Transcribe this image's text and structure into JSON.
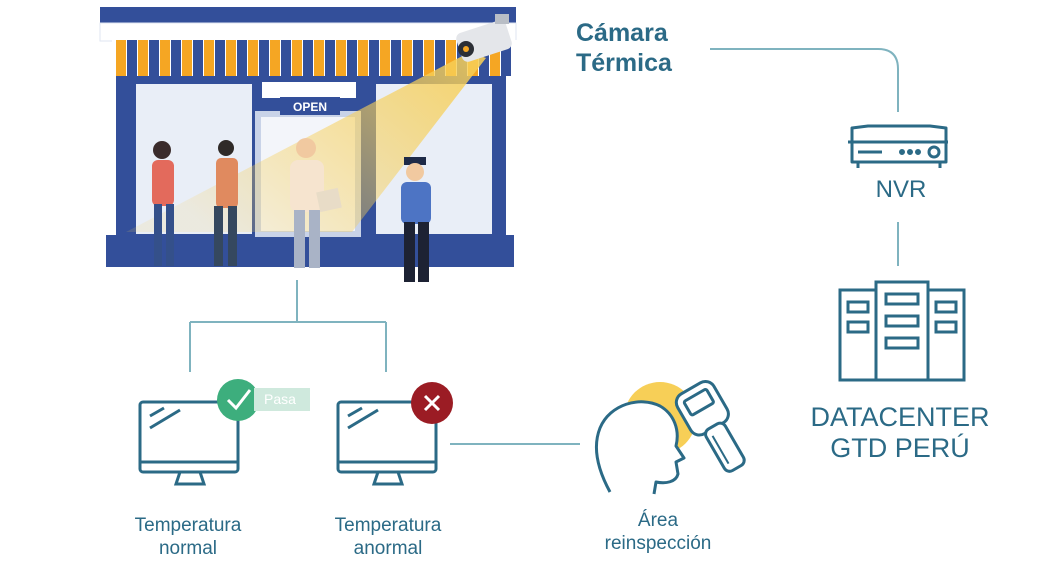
{
  "camera": {
    "title_line1": "Cámara",
    "title_line2": "Térmica"
  },
  "store": {
    "sign": "OPEN"
  },
  "nvr": {
    "label": "NVR"
  },
  "datacenter": {
    "label_line1": "DATACENTER",
    "label_line2": "GTD PERÚ"
  },
  "monitors": {
    "normal": {
      "label_line1": "Temperatura",
      "label_line2": "normal",
      "badge": "Pasa",
      "status": "pass"
    },
    "abnormal": {
      "label_line1": "Temperatura",
      "label_line2": "anormal",
      "status": "fail"
    }
  },
  "reinspection": {
    "label_line1": "Área",
    "label_line2": "reinspección"
  },
  "colors": {
    "primary": "#2b6a86",
    "connector": "#7fb3bf",
    "store_blue": "#334f9a",
    "awning_yellow": "#f5a623",
    "pass_green": "#3dae7d",
    "fail_red": "#9b1c24",
    "beam": "#f7cf57"
  }
}
